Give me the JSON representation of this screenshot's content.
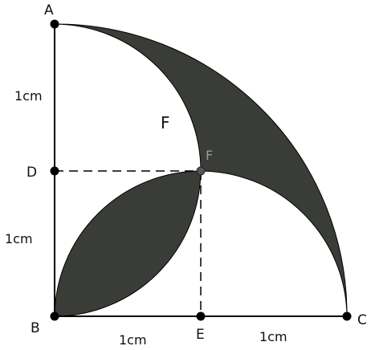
{
  "diagram": {
    "points": {
      "A": "A",
      "B": "B",
      "C": "C",
      "D": "D",
      "E": "E",
      "F_inner": "F",
      "F_region": "F"
    },
    "lengths": {
      "AD": "1cm",
      "DB": "1cm",
      "BE": "1cm",
      "EC": "1cm"
    },
    "colors": {
      "shade": "#3a3d37",
      "line": "#000000",
      "f_point_label": "#9a9a9a"
    }
  }
}
